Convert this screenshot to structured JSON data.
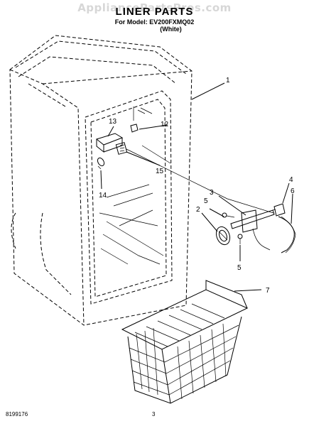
{
  "watermark": "AppliancePartsPros.com",
  "title": "LINER PARTS",
  "subtitle_line1": "For Model: EV200FXMQ02",
  "subtitle_line2": "(White)",
  "footer_left": "8199176",
  "footer_center": "3",
  "callouts": {
    "c1": "1",
    "c2": "2",
    "c3": "3",
    "c4": "4",
    "c5a": "5",
    "c5b": "5",
    "c6": "6",
    "c7": "7",
    "c12": "12",
    "c13": "13",
    "c14": "14",
    "c15": "15"
  }
}
